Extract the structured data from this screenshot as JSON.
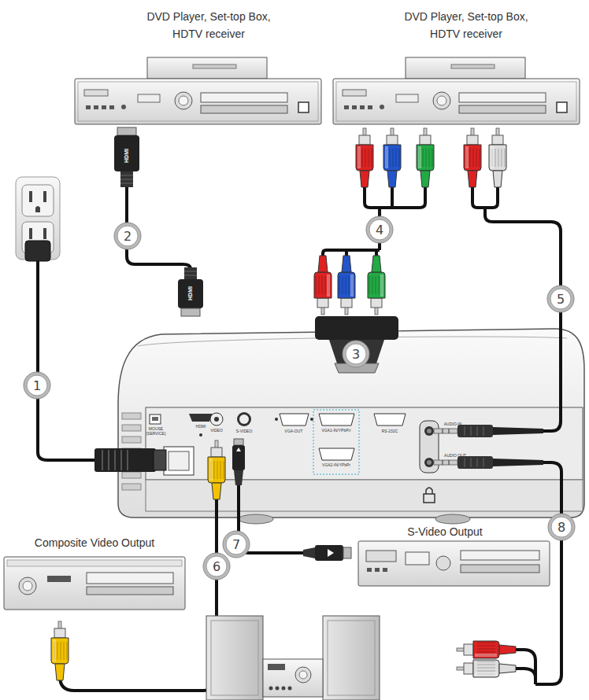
{
  "diagram": {
    "nodes": [
      {
        "text": [
          "1"
        ]
      },
      {
        "text": [
          "2"
        ]
      },
      {
        "text": [
          "3"
        ]
      },
      {
        "text": [
          "4"
        ]
      },
      {
        "text": [
          "5"
        ]
      },
      {
        "text": [
          "6"
        ]
      },
      {
        "text": [
          "7"
        ]
      },
      {
        "text": [
          "8"
        ]
      }
    ],
    "labels": [
      "DVD Player, Set-top Box, HDTV receiver",
      "DVD Player, Set-top Box, HDTV receiver",
      "Composite Video Output",
      "S-Video Output",
      "MOUSE (SERVICE)",
      "HDMI",
      "VIDEO",
      "S-VIDEO",
      "VGA-OUT",
      "VGA1-IN/YPbPr/",
      "VGA2-IN/YPbPr",
      "RS-232C",
      "AUDIO-IN",
      "AUDIO OUT",
      "HDMI",
      "HDMI"
    ]
  }
}
